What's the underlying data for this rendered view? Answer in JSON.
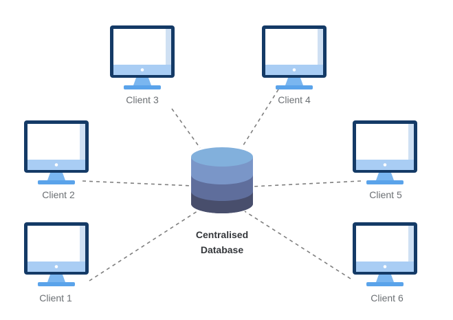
{
  "colors": {
    "monitor_frame": "#143a66",
    "monitor_screen": "#ffffff",
    "monitor_screen_shade": "#cfe0f3",
    "monitor_chin": "#a9cdf4",
    "monitor_stand": "#7ab6f0",
    "monitor_base": "#5aa3ea",
    "db_top": "#82b0dc",
    "db_layer_1": "#7a96c8",
    "db_layer_2": "#5f6e9c",
    "db_layer_3": "#484e6c",
    "link": "#7e7e7e"
  },
  "database": {
    "icon": "database-icon",
    "label_line_1": "Centralised",
    "label_line_2": "Database"
  },
  "clients": [
    {
      "id": "client-1",
      "label": "Client 1",
      "icon": "monitor-icon"
    },
    {
      "id": "client-2",
      "label": "Client 2",
      "icon": "monitor-icon"
    },
    {
      "id": "client-3",
      "label": "Client 3",
      "icon": "monitor-icon"
    },
    {
      "id": "client-4",
      "label": "Client 4",
      "icon": "monitor-icon"
    },
    {
      "id": "client-5",
      "label": "Client 5",
      "icon": "monitor-icon"
    },
    {
      "id": "client-6",
      "label": "Client 6",
      "icon": "monitor-icon"
    }
  ]
}
